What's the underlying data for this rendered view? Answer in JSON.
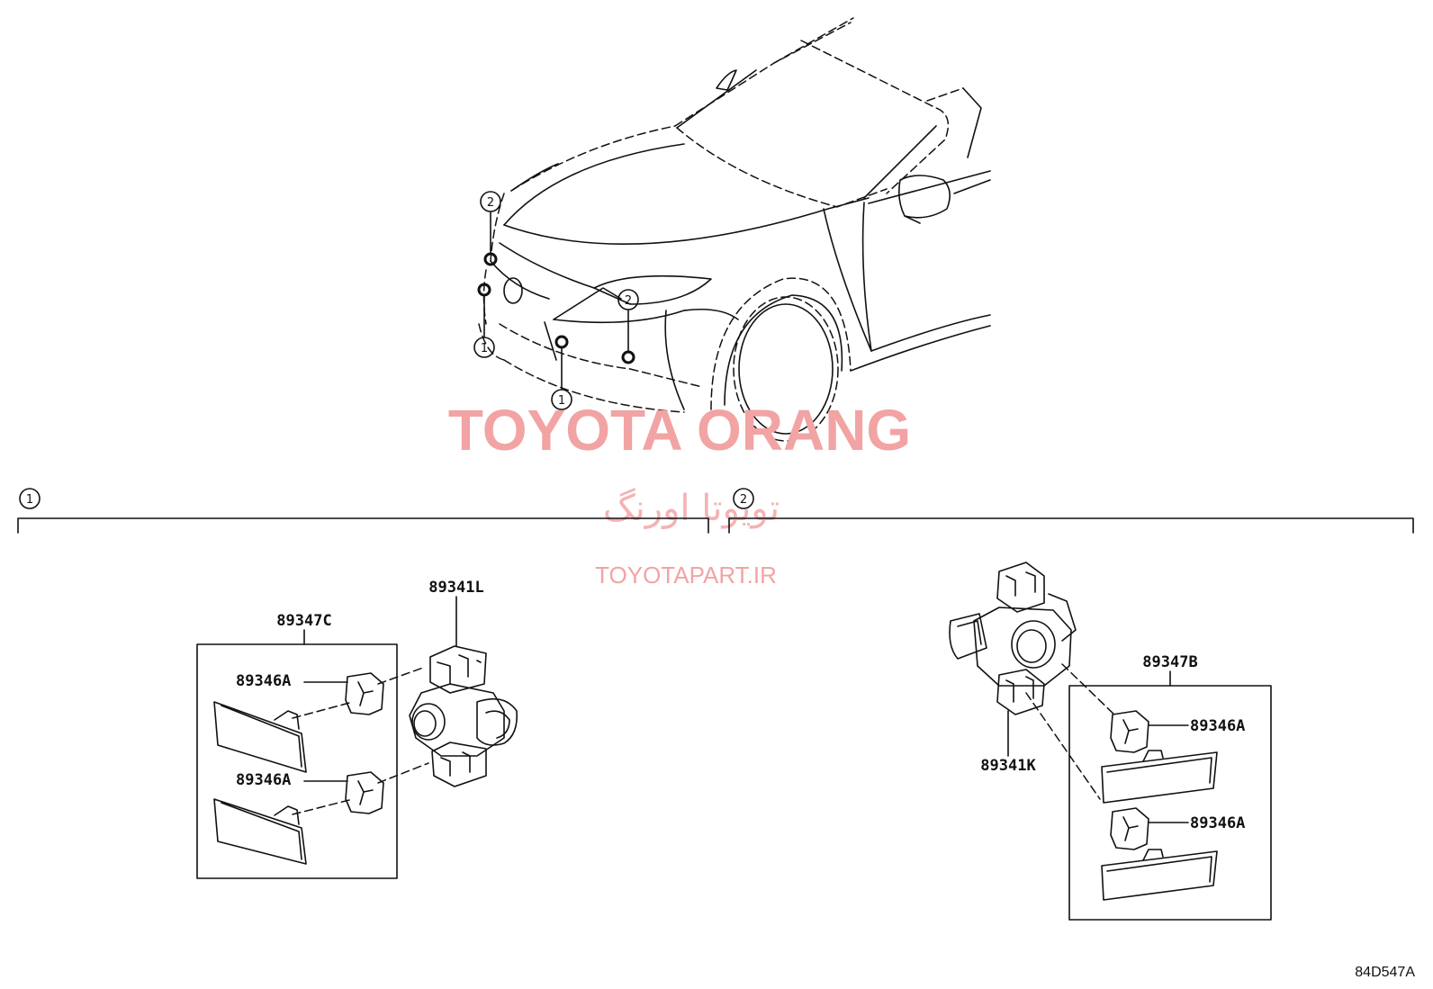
{
  "watermark": {
    "title": "TOYOTA ORANG",
    "title_fa": "تویوتا اورنگ",
    "url": "TOYOTAPART.IR"
  },
  "callouts": {
    "one": "1",
    "two": "2"
  },
  "sections": {
    "left_marker": "1",
    "right_marker": "2"
  },
  "parts": {
    "sensor_left": "89341L",
    "retainer_kit_left": "89347C",
    "retainer_left_upper": "89346A",
    "retainer_left_lower": "89346A",
    "sensor_right": "89341K",
    "retainer_kit_right": "89347B",
    "retainer_right_upper": "89346A",
    "retainer_right_lower": "89346A"
  },
  "illustration_code": "84D547A"
}
